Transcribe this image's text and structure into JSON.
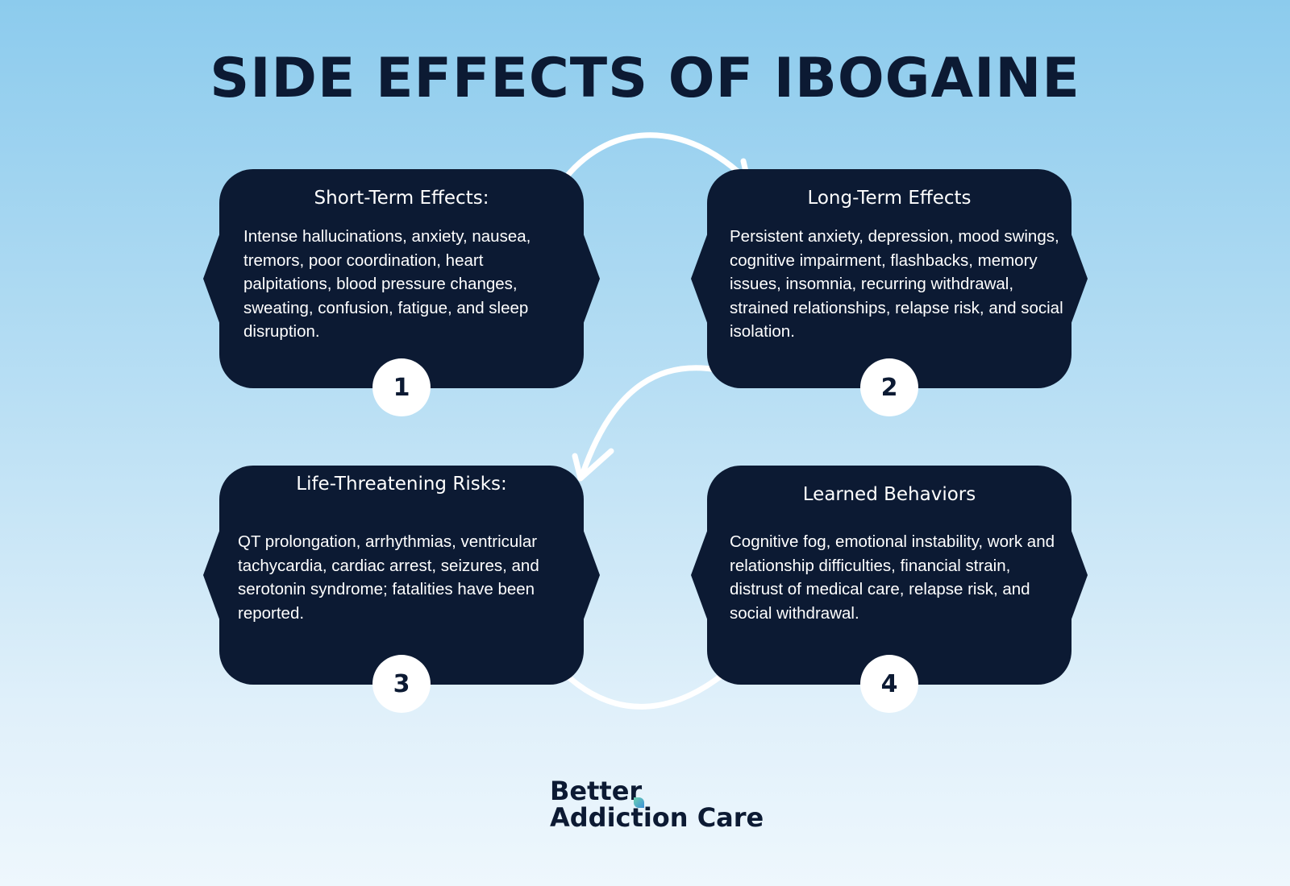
{
  "title": "SIDE EFFECTS OF IBOGAINE",
  "cards": [
    {
      "number": "1",
      "heading": "Short-Term Effects:",
      "body": "Intense hallucinations, anxiety, nausea, tremors, poor coordination, heart palpitations, blood pressure changes, sweating, confusion, fatigue, and sleep disruption."
    },
    {
      "number": "2",
      "heading": "Long-Term Effects",
      "body": "Persistent anxiety, depression, mood swings, cognitive impairment, flashbacks, memory issues, insomnia, recurring withdrawal, strained relationships, relapse risk, and social isolation."
    },
    {
      "number": "3",
      "heading": "Life-Threatening Risks:",
      "body": "QT prolongation, arrhythmias, ventricular tachycardia, cardiac arrest, seizures, and serotonin syndrome; fatalities have been reported."
    },
    {
      "number": "4",
      "heading": "Learned Behaviors",
      "body": "Cognitive fog, emotional instability, work and relationship difficulties, financial strain, distrust of medical care, relapse risk, and social withdrawal."
    }
  ],
  "logo": {
    "line1": "Better",
    "line2": "Addiction Care"
  },
  "colors": {
    "card": "#0c1a33",
    "arrow": "#ffffff"
  }
}
